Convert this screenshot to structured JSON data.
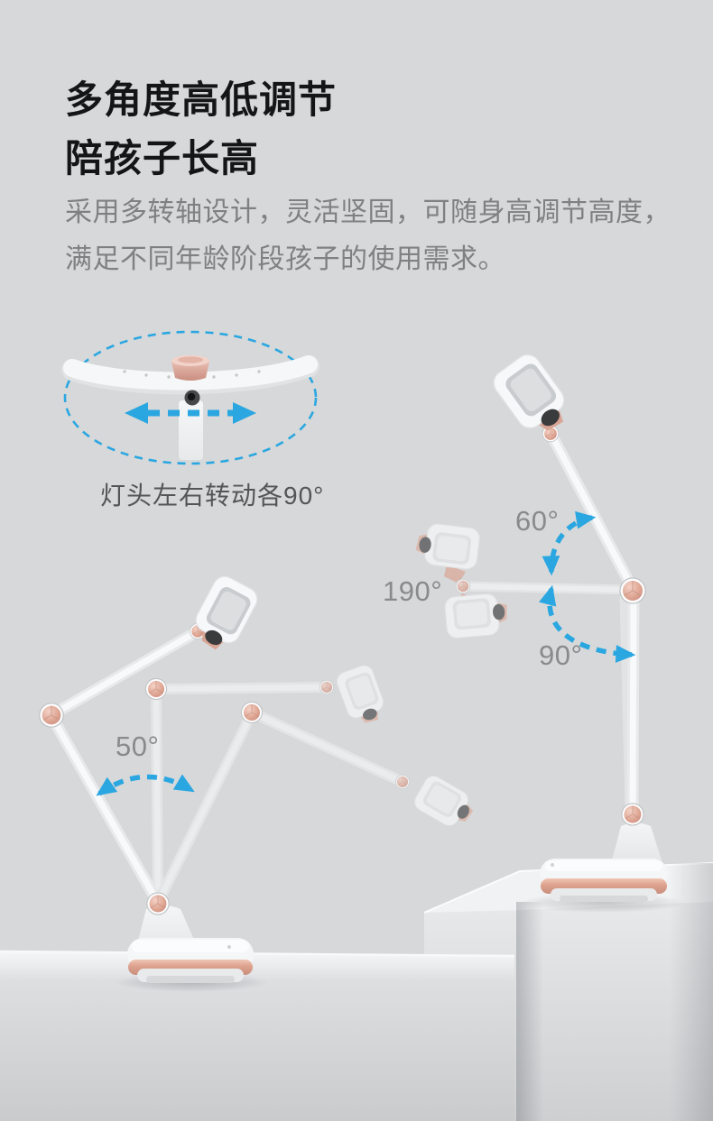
{
  "page": {
    "background": "#d7d8d9",
    "accent": "#2aa7e1",
    "rose_gold": "#dda18d"
  },
  "header": {
    "title_line1": "多角度高低调节",
    "title_line2": "陪孩子长高",
    "description": "采用多转轴设计，灵活坚固，可随身高调节高度，满足不同年龄阶段孩子的使用需求。"
  },
  "inset": {
    "caption": "灯头左右转动各90°"
  },
  "annotations": {
    "swing_angle": "50°",
    "upper_arm_angle": "60°",
    "head_flip_angle": "190°",
    "forearm_angle": "90°"
  }
}
